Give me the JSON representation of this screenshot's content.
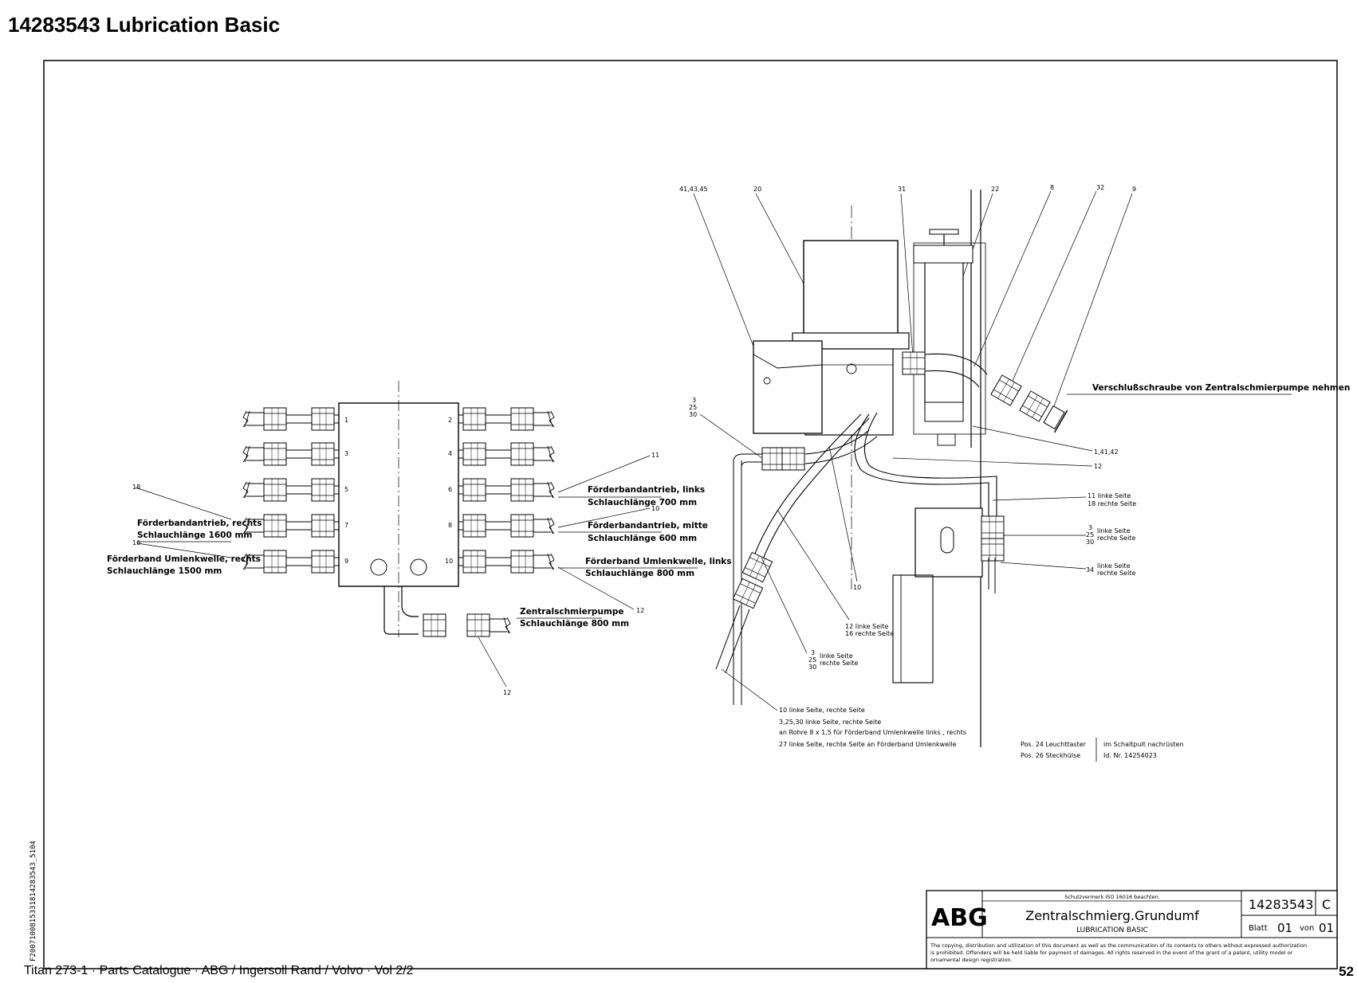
{
  "header": {
    "title": "14283543  Lubrication Basic"
  },
  "footer": {
    "text": "Titan 273-1  ·  Parts Catalogue  ·  ABG / Ingersoll Rand / Volvo  ·  Vol 2/2",
    "page_number": "52",
    "side_code": "F2007100815331814283543_5104"
  },
  "distributor": {
    "port_numbers": [
      "1",
      "2",
      "3",
      "4",
      "5",
      "6",
      "7",
      "8",
      "9",
      "10"
    ],
    "left_callouts": [
      {
        "ref": "18",
        "line1": "Förderbandantrieb, rechts",
        "line2": "Schlauchlänge 1600 mm"
      },
      {
        "ref": "16",
        "line1": "Förderband Umlenkwelle, rechts",
        "line2": "Schlauchlänge 1500 mm"
      }
    ],
    "right_callouts": [
      {
        "ref": "11",
        "line1": "Förderbandantrieb, links",
        "line2": "Schlauchlänge 700 mm"
      },
      {
        "ref": "10",
        "line1": "Förderbandantrieb, mitte",
        "line2": "Schlauchlänge 600 mm"
      },
      {
        "ref": "12",
        "line1": "Förderband Umlenkwelle, links",
        "line2": "Schlauchlänge 800 mm"
      }
    ],
    "pump_callout": {
      "line1": "Zentralschmierpumpe",
      "line2": "Schlauchlänge 800 mm"
    },
    "bottom_ref": "12"
  },
  "pump": {
    "top_refs": [
      "41,43,45",
      "20",
      "31",
      "22",
      "8",
      "32",
      "9"
    ],
    "left_ref_stack": [
      "3",
      "25",
      "30"
    ],
    "note_remove": "Verschlußschraube von Zentralschmierpumpe nehmen",
    "right_refs": {
      "r1": "1,41,42",
      "r2": "12",
      "r3a": "11 linke Seite",
      "r3b": "18 rechte Seite",
      "r4_stack": [
        "3",
        "25",
        "30"
      ],
      "r4a": "linke Seite",
      "r4b": "rechte Seite",
      "r5_num": "34",
      "r5a": "linke Seite",
      "r5b": "rechte Seite"
    },
    "mid_refs": {
      "m1": "10",
      "m2a": "12 linke Seite",
      "m2b": "16 rechte Seite",
      "m3_stack": [
        "3",
        "25",
        "30"
      ],
      "m3a": "linke Seite",
      "m3b": "rechte Seite"
    },
    "notes": [
      "10 linke Seite, rechte Seite",
      "3,25,30 linke Seite,  rechte Seite",
      "an Rohre 8 x 1,5 für Förderband Umlenkwelle links , rechts",
      "27 linke Seite, rechte Seite an Förderband Umlenkwelle"
    ],
    "pos_notes": [
      {
        "pos": "Pos. 24  Leuchttaster",
        "info": "im Schaltpult nachrüsten"
      },
      {
        "pos": "Pos. 26  Steckhülse",
        "info": "Id. Nr. 14254023"
      }
    ]
  },
  "title_block": {
    "logo": "ABG",
    "protection": "Schutzvermerk ISO 16016 beachten.",
    "name_de": "Zentralschmierg.Grundumf",
    "name_en": "LUBRICATION BASIC",
    "drawing_no": "14283543",
    "revision": "C",
    "sheet_label": "Blatt",
    "sheet": "01",
    "of_label": "von",
    "sheets": "01",
    "copyright": [
      "The copying, distribution and utilization of this document as well as the communication of its contents to others without expressed authorization",
      "is prohibited. Offenders will be held liable for payment of damages. All rights reserved in the event of the grant of a patent, utility model or",
      "ornamental design registration."
    ]
  }
}
